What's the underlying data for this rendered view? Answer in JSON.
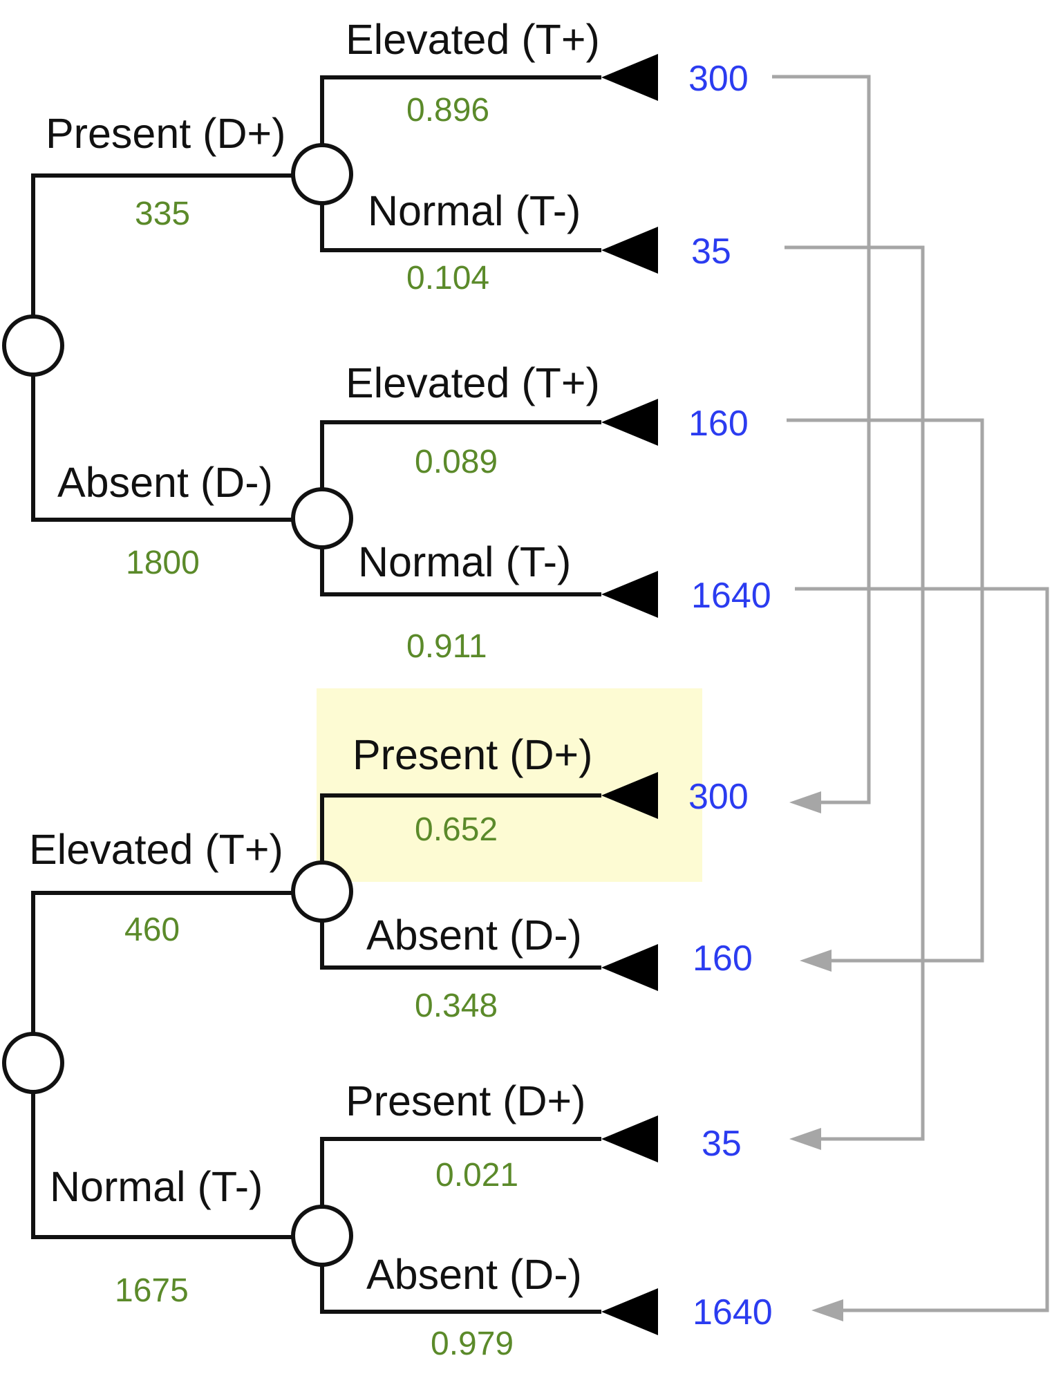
{
  "colors": {
    "branch": "#111111",
    "probability": "#5b8a2a",
    "count": "#2b3cf0",
    "link": "#a6a6a6",
    "highlight": "#fdfbd3"
  },
  "tree1": {
    "root": {
      "upper": {
        "label": "Present (D+)",
        "value": "335"
      },
      "lower": {
        "label": "Absent (D-)",
        "value": "1800"
      }
    },
    "upper_node": {
      "upper": {
        "label": "Elevated (T+)",
        "value": "0.896",
        "count": "300"
      },
      "lower": {
        "label": "Normal (T-)",
        "value": "0.104",
        "count": "35"
      }
    },
    "lower_node": {
      "upper": {
        "label": "Elevated (T+)",
        "value": "0.089",
        "count": "160"
      },
      "lower": {
        "label": "Normal (T-)",
        "value": "0.911",
        "count": "1640"
      }
    }
  },
  "tree2": {
    "root": {
      "upper": {
        "label": "Elevated (T+)",
        "value": "460"
      },
      "lower": {
        "label": "Normal (T-)",
        "value": "1675"
      }
    },
    "upper_node": {
      "upper": {
        "label": "Present (D+)",
        "value": "0.652",
        "count": "300",
        "highlighted": true
      },
      "lower": {
        "label": "Absent (D-)",
        "value": "0.348",
        "count": "160"
      }
    },
    "lower_node": {
      "upper": {
        "label": "Present (D+)",
        "value": "0.021",
        "count": "35"
      },
      "lower": {
        "label": "Absent (D-)",
        "value": "0.979",
        "count": "1640"
      }
    }
  }
}
